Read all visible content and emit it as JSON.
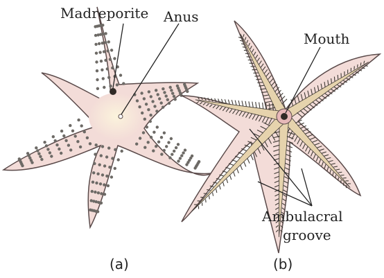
{
  "labels": {
    "madreporite": "Madreporite",
    "anus": "Anus",
    "mouth": "Mouth",
    "ambulacral_1": "Ambulacral",
    "ambulacral_2": "groove"
  },
  "captions": {
    "a": "(a)",
    "b": "(b)"
  },
  "colors": {
    "body_fill": "#f3dcd8",
    "body_outline": "#5a4a4a",
    "disc_fill": "#fbf3dc",
    "spines": "#6d6a66",
    "groove_fill": "#e6d3ad",
    "groove_dark": "#3f3a34",
    "oral_rim": "#e6b8b8",
    "pointer": "#222222"
  }
}
